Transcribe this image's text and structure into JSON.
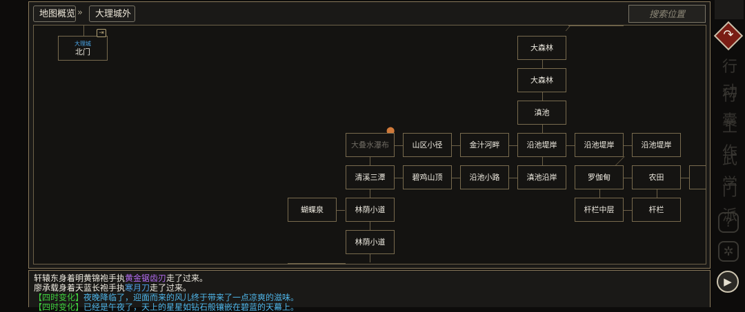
{
  "header": {
    "overview_label": "地图概览",
    "separator": "»",
    "area_label": "大理城外",
    "search_placeholder": "搜索位置"
  },
  "map": {
    "north_gate": {
      "area": "大理城",
      "name": "北门"
    },
    "nodes": {
      "forest_top": "大森林",
      "forest_mid": "大森林",
      "dian_pool": "滇池",
      "waterfall": "大叠水瀑布",
      "mountain_path": "山区小径",
      "jinzhi_river": "金汁河畔",
      "bank_1": "沿池堤岸",
      "bank_2": "沿池堤岸",
      "bank_3": "沿池堤岸",
      "qingxi_pool": "清溪三潭",
      "biji_peak": "碧鸡山顶",
      "pond_road": "沿池小路",
      "dian_shore": "滇池沿岸",
      "luojiadian": "罗伽甸",
      "farmland": "农田",
      "butterfly_spring": "蝴蝶泉",
      "shade_road_1": "林荫小道",
      "shade_road_2": "林荫小道",
      "fence_middle": "杆栏中层",
      "fence": "杆栏"
    }
  },
  "log": {
    "line1": {
      "a": "轩辕东身着明黄锦袍手执",
      "item": "黄金锯齿刃",
      "b": "走了过来。"
    },
    "line2": {
      "a": "廖承载身着天蓝长袍手执",
      "item": "寒月刀",
      "b": "走了过来。"
    },
    "line3": {
      "tag": "【四时变化】",
      "text": "夜晚降临了，迎面而来的风儿终于带来了一点凉爽的滋味。"
    },
    "line4": {
      "tag": "【四时变化】",
      "text": "已经是午夜了，天上的星星如钻石般镶嵌在碧蓝的天幕上。"
    }
  },
  "sidebar": {
    "action_icon": "redo-arrow-icon",
    "items": [
      "行动",
      "行囊",
      "工作",
      "武学",
      "门派"
    ],
    "help_label": "?",
    "settings_icon": "gear-icon",
    "play_label": "▶"
  },
  "colors": {
    "accent_green": "#3fd13f",
    "accent_blue": "#4fb6ea",
    "accent_purple": "#b36cf0",
    "border_gold": "#8a7a5c"
  }
}
